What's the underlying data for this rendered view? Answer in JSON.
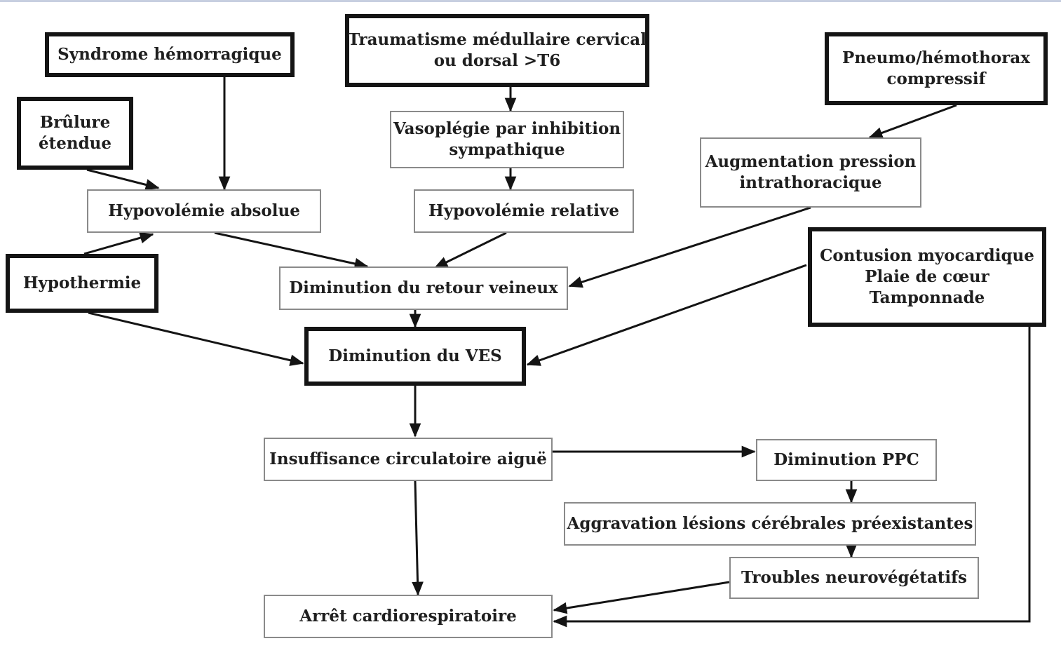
{
  "nodes": {
    "syndrome_hemorragique": "Syndrome hémorragique",
    "traumatisme": [
      "Traumatisme médullaire cervical",
      "ou dorsal >T6"
    ],
    "pneumo": [
      "Pneumo/hémothorax",
      "compressif"
    ],
    "brulure": [
      "Brûlure",
      "étendue"
    ],
    "vasoplegie": [
      "Vasoplégie par inhibition",
      "sympathique"
    ],
    "augmentation": [
      "Augmentation pression",
      "intrathoracique"
    ],
    "hypovolemie_absolue": "Hypovolémie absolue",
    "hypovolemie_relative": "Hypovolémie relative",
    "hypothermie": "Hypothermie",
    "diminution_retour": "Diminution du retour veineux",
    "contusion": [
      "Contusion myocardique",
      "Plaie de cœur",
      "Tamponnade"
    ],
    "diminution_ves": "Diminution du VES",
    "insuffisance": "Insuffisance circulatoire aiguë",
    "diminution_ppc": "Diminution PPC",
    "aggravation": "Aggravation lésions cérébrales préexistantes",
    "troubles": "Troubles neurovégétatifs",
    "arret": "Arrêt cardiorespiratoire"
  },
  "edges": [
    [
      "syndrome_hemorragique",
      "hypovolemie_absolue"
    ],
    [
      "brulure",
      "hypovolemie_absolue"
    ],
    [
      "hypothermie",
      "hypovolemie_absolue"
    ],
    [
      "traumatisme",
      "vasoplegie"
    ],
    [
      "vasoplegie",
      "hypovolemie_relative"
    ],
    [
      "pneumo",
      "augmentation"
    ],
    [
      "hypovolemie_absolue",
      "diminution_retour"
    ],
    [
      "hypovolemie_relative",
      "diminution_retour"
    ],
    [
      "augmentation",
      "diminution_retour"
    ],
    [
      "diminution_retour",
      "diminution_ves"
    ],
    [
      "hypothermie",
      "diminution_ves"
    ],
    [
      "contusion",
      "diminution_ves"
    ],
    [
      "diminution_ves",
      "insuffisance"
    ],
    [
      "insuffisance",
      "diminution_ppc"
    ],
    [
      "diminution_ppc",
      "aggravation"
    ],
    [
      "aggravation",
      "troubles"
    ],
    [
      "insuffisance",
      "arret"
    ],
    [
      "troubles",
      "arret"
    ],
    [
      "contusion",
      "arret"
    ]
  ],
  "colors": {
    "line": "#141414",
    "thin_border": "#8a8a8a",
    "thick_border": "#141414",
    "text": "#1f1f1f"
  }
}
